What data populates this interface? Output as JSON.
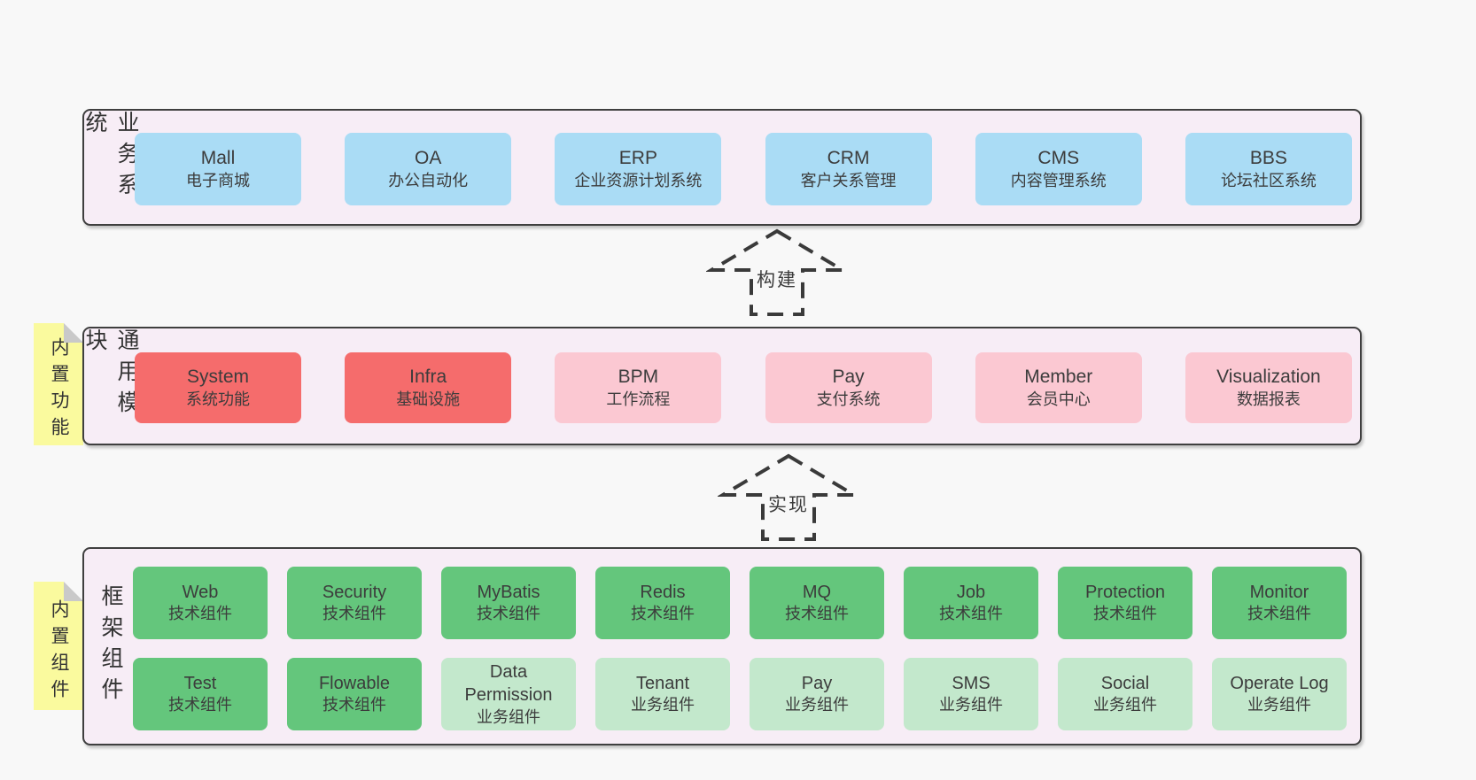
{
  "colors": {
    "page_bg": "#f8f8f8",
    "band_bg": "#f7edf6",
    "band_border": "#3f3f3f",
    "blue": "#aadcf5",
    "red": "#f56c6c",
    "pink": "#fbc8d2",
    "green": "#64c67c",
    "light_green": "#c3e8cc",
    "note_yellow": "#fafa9e"
  },
  "arrows": [
    {
      "label": "构建"
    },
    {
      "label": "实现"
    }
  ],
  "bands": [
    {
      "label": "业务系统",
      "boxes": [
        {
          "name": "Mall",
          "desc": "电子商城"
        },
        {
          "name": "OA",
          "desc": "办公自动化"
        },
        {
          "name": "ERP",
          "desc": "企业资源计划系统"
        },
        {
          "name": "CRM",
          "desc": "客户关系管理"
        },
        {
          "name": "CMS",
          "desc": "内容管理系统"
        },
        {
          "name": "BBS",
          "desc": "论坛社区系统"
        }
      ]
    },
    {
      "label": "通用模块",
      "note": "内置功能",
      "boxes": [
        {
          "name": "System",
          "desc": "系统功能",
          "variant": "red"
        },
        {
          "name": "Infra",
          "desc": "基础设施",
          "variant": "red"
        },
        {
          "name": "BPM",
          "desc": "工作流程",
          "variant": "pink"
        },
        {
          "name": "Pay",
          "desc": "支付系统",
          "variant": "pink"
        },
        {
          "name": "Member",
          "desc": "会员中心",
          "variant": "pink"
        },
        {
          "name": "Visualization",
          "desc": "数据报表",
          "variant": "pink"
        }
      ]
    },
    {
      "label": "框架组件",
      "note": "内置组件",
      "rows": [
        [
          {
            "name": "Web",
            "desc": "技术组件",
            "variant": "green"
          },
          {
            "name": "Security",
            "desc": "技术组件",
            "variant": "green"
          },
          {
            "name": "MyBatis",
            "desc": "技术组件",
            "variant": "green"
          },
          {
            "name": "Redis",
            "desc": "技术组件",
            "variant": "green"
          },
          {
            "name": "MQ",
            "desc": "技术组件",
            "variant": "green"
          },
          {
            "name": "Job",
            "desc": "技术组件",
            "variant": "green"
          },
          {
            "name": "Protection",
            "desc": "技术组件",
            "variant": "green"
          },
          {
            "name": "Monitor",
            "desc": "技术组件",
            "variant": "green"
          }
        ],
        [
          {
            "name": "Test",
            "desc": "技术组件",
            "variant": "green"
          },
          {
            "name": "Flowable",
            "desc": "技术组件",
            "variant": "green"
          },
          {
            "name": "Data Permission",
            "desc": "业务组件",
            "variant": "light_green"
          },
          {
            "name": "Tenant",
            "desc": "业务组件",
            "variant": "light_green"
          },
          {
            "name": "Pay",
            "desc": "业务组件",
            "variant": "light_green"
          },
          {
            "name": "SMS",
            "desc": "业务组件",
            "variant": "light_green"
          },
          {
            "name": "Social",
            "desc": "业务组件",
            "variant": "light_green"
          },
          {
            "name": "Operate Log",
            "desc": "业务组件",
            "variant": "light_green"
          }
        ]
      ]
    }
  ]
}
